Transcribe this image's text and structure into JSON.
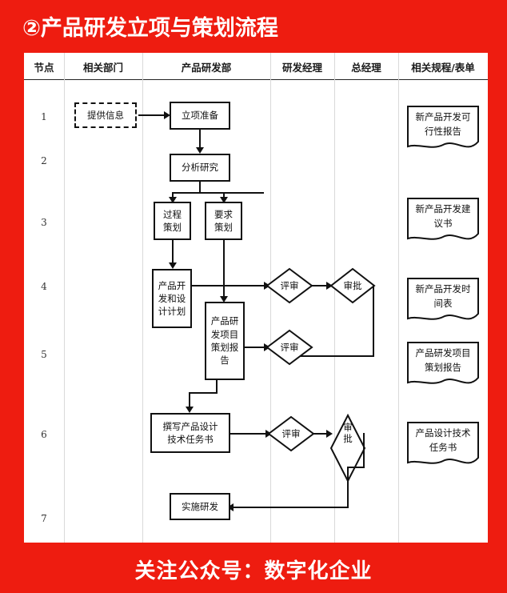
{
  "header": {
    "title": "②产品研发立项与策划流程"
  },
  "footer": {
    "text": "关注公众号：数字化企业"
  },
  "colors": {
    "brand_red": "#ee1c10",
    "sheet_bg": "#ffffff",
    "line": "#111111",
    "grid": "#d9d9d9"
  },
  "table": {
    "columns": [
      {
        "label": "节点"
      },
      {
        "label": "相关部门"
      },
      {
        "label": "产品研发部"
      },
      {
        "label": "研发经理"
      },
      {
        "label": "总经理"
      },
      {
        "label": "相关规程/表单"
      }
    ],
    "row_numbers": [
      "1",
      "2",
      "3",
      "4",
      "5",
      "6",
      "7"
    ]
  },
  "flow": {
    "nodes": [
      {
        "id": "provide-info",
        "label": "提供信息",
        "shape": "dashed-box"
      },
      {
        "id": "project-prep",
        "label": "立项准备",
        "shape": "box"
      },
      {
        "id": "analysis",
        "label": "分析研究",
        "shape": "box"
      },
      {
        "id": "process-plan",
        "label": "过程\n策划",
        "shape": "box"
      },
      {
        "id": "requirement-plan",
        "label": "要求\n策划",
        "shape": "box"
      },
      {
        "id": "dev-design-plan",
        "label": "产品开\n发和设\n计计划",
        "shape": "box"
      },
      {
        "id": "plan-report",
        "label": "产品研\n发项目\n策划报\n告",
        "shape": "box"
      },
      {
        "id": "review-1",
        "label": "评审",
        "shape": "diamond"
      },
      {
        "id": "approve-1",
        "label": "审批",
        "shape": "diamond"
      },
      {
        "id": "review-2",
        "label": "评审",
        "shape": "diamond"
      },
      {
        "id": "write-task",
        "label": "撰写产品设计\n技术任务书",
        "shape": "box"
      },
      {
        "id": "review-3",
        "label": "评审",
        "shape": "diamond"
      },
      {
        "id": "approve-2",
        "label": "审\n批",
        "shape": "diamond-tall"
      },
      {
        "id": "implement",
        "label": "实施研发",
        "shape": "box"
      }
    ],
    "documents": [
      {
        "id": "doc-feasibility",
        "label": "新产品开发可\n行性报告"
      },
      {
        "id": "doc-proposal",
        "label": "新产品开发建\n议书"
      },
      {
        "id": "doc-schedule",
        "label": "新产品开发时\n间表"
      },
      {
        "id": "doc-plan-report",
        "label": "产品研发项目\n策划报告"
      },
      {
        "id": "doc-tech-task",
        "label": "产品设计技术\n任务书"
      }
    ]
  }
}
